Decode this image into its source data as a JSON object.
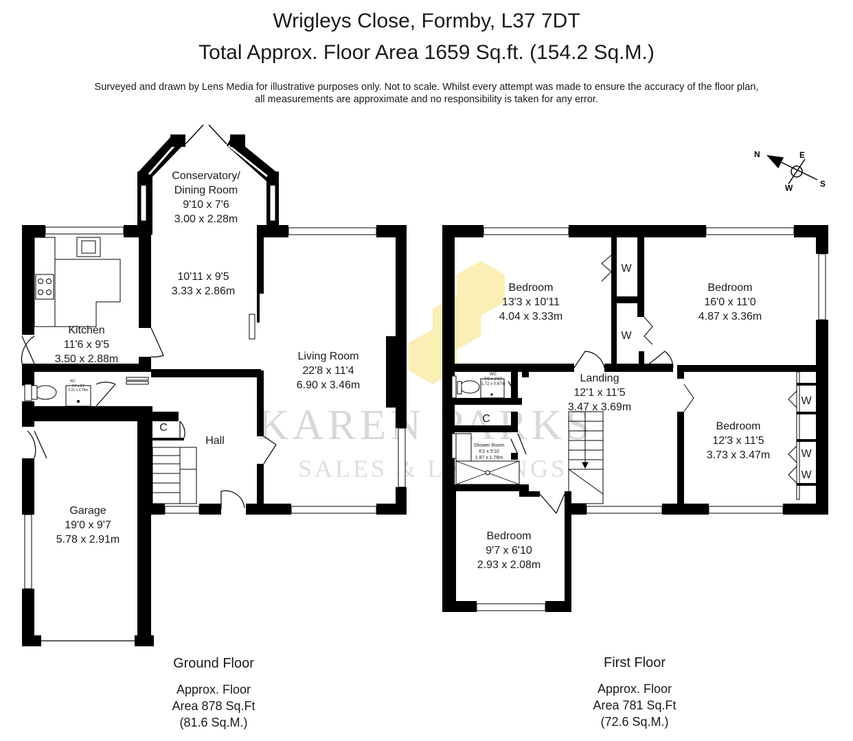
{
  "header": {
    "address": "Wrigleys Close, Formby, L37 7DT",
    "total_area": "Total Approx. Floor Area 1659 Sq.ft. (154.2 Sq.M.)",
    "disclaimer_line1": "Surveyed and drawn by Lens Media for illustrative purposes only. Not to scale. Whilst every attempt was made to ensure the accuracy of the floor plan,",
    "disclaimer_line2": "all measurements are approximate and no responsibility is taken for any error."
  },
  "compass": {
    "north": "N",
    "east": "E",
    "south": "S",
    "west": "W"
  },
  "watermark": {
    "line1": "KAREN PARKS",
    "line2": "SALES & LETTINGS"
  },
  "ground_floor": {
    "name": "Ground Floor",
    "area_line1": "Approx. Floor",
    "area_line2": "Area 878 Sq.Ft",
    "area_line3": "(81.6 Sq.M.)",
    "rooms": {
      "conservatory": {
        "name1": "Conservatory/",
        "name2": "Dining Room",
        "imperial": "9'10 x 7'6",
        "metric": "3.00 x 2.28m"
      },
      "dining_ext": {
        "imperial": "10'11 x 9'5",
        "metric": "3.33 x 2.86m"
      },
      "kitchen": {
        "name": "Kitchen",
        "imperial": "11'6 x 9'5",
        "metric": "3.50 x 2.88m"
      },
      "wc": {
        "name": "WC",
        "imperial": "6'7 x 2'7",
        "metric": "2.01 x 0.78m"
      },
      "living": {
        "name": "Living Room",
        "imperial": "22'8 x 11'4",
        "metric": "6.90 x 3.46m"
      },
      "hall": {
        "name": "Hall"
      },
      "cupboard": {
        "name": "C"
      },
      "garage": {
        "name": "Garage",
        "imperial": "19'0 x 9'7",
        "metric": "5.78 x 2.91m"
      }
    }
  },
  "first_floor": {
    "name": "First Floor",
    "area_line1": "Approx. Floor",
    "area_line2": "Area 781 Sq.Ft",
    "area_line3": "(72.6 Sq.M.)",
    "rooms": {
      "bedroom1": {
        "name": "Bedroom",
        "imperial": "13'3 x 10'11",
        "metric": "4.04 x 3.33m"
      },
      "bedroom2": {
        "name": "Bedroom",
        "imperial": "16'0 x 11'0",
        "metric": "4.87 x 3.36m"
      },
      "bedroom3": {
        "name": "Bedroom",
        "imperial": "12'3 x 11'5",
        "metric": "3.73 x 3.47m"
      },
      "bedroom4": {
        "name": "Bedroom",
        "imperial": "9'7 x 6'10",
        "metric": "2.93 x 2.08m"
      },
      "landing": {
        "name": "Landing",
        "imperial": "12'1 x 11'5",
        "metric": "3.47 x 3.69m"
      },
      "wc": {
        "name": "WC",
        "imperial": "5'8 x 2'10",
        "metric": "1.72 x 0.87m"
      },
      "shower": {
        "name": "Shower Room",
        "imperial": "6'2 x 5'10",
        "metric": "1.87 x 1.78m"
      },
      "cupboard": {
        "name": "C"
      },
      "wardrobe": {
        "name": "W"
      }
    }
  },
  "colors": {
    "wall": "#000000",
    "watermark_yellow": "#f6e27a",
    "watermark_grey": "#b9b9b9"
  }
}
